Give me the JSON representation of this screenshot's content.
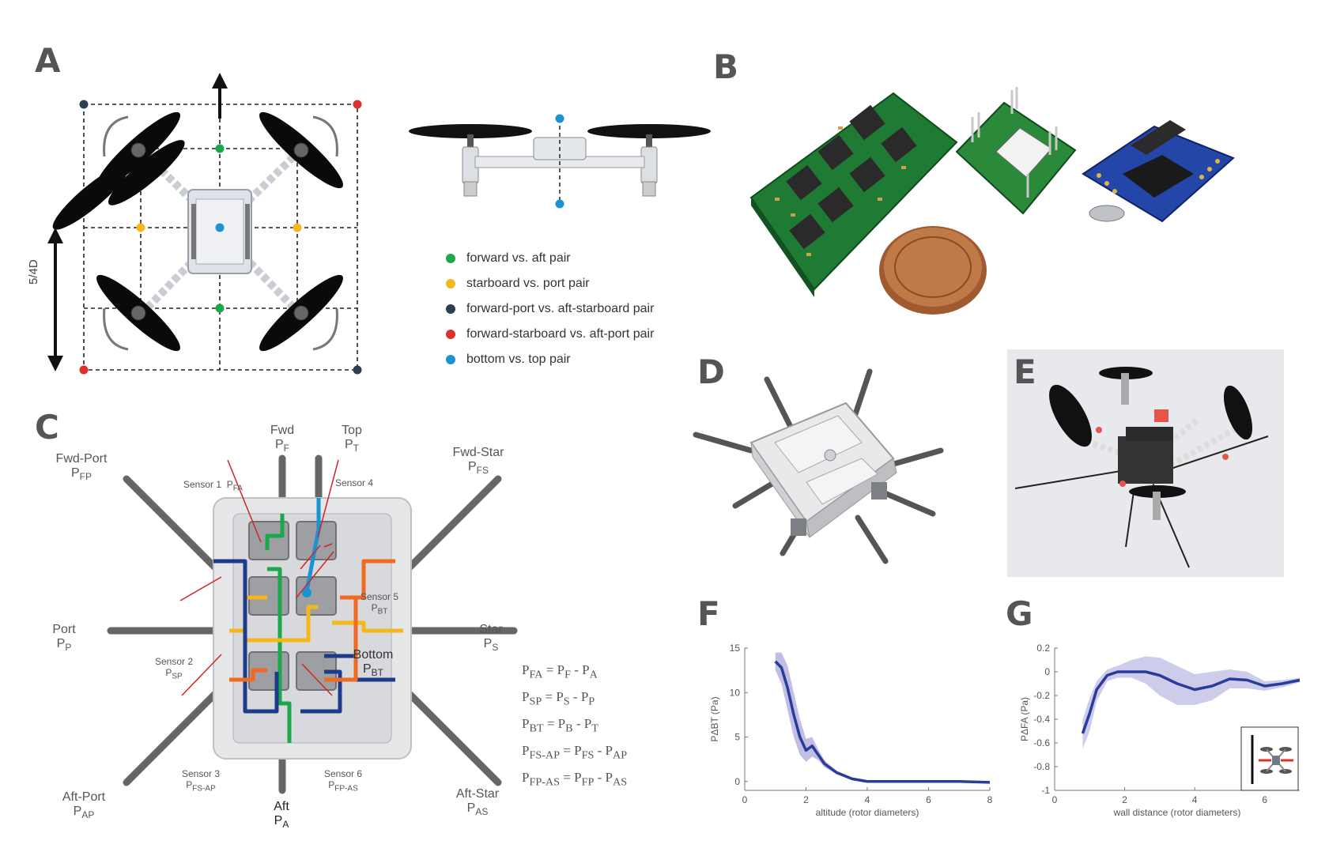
{
  "panels": {
    "A": "A",
    "B": "B",
    "C": "C",
    "D": "D",
    "E": "E",
    "F": "F",
    "G": "G"
  },
  "panel_a": {
    "dimension_label": "5/4D",
    "legend": [
      {
        "label": "forward vs. aft pair",
        "color": "#1aa84a"
      },
      {
        "label": "starboard vs. port pair",
        "color": "#f5b81b"
      },
      {
        "label": "forward-port vs. aft-starboard pair",
        "color": "#2c3e50"
      },
      {
        "label": "forward-starboard vs. aft-port pair",
        "color": "#e0302a"
      },
      {
        "label": "bottom vs. top pair",
        "color": "#1b93d1"
      }
    ]
  },
  "panel_c": {
    "ports": {
      "fwd": {
        "name": "Fwd",
        "sym": "P",
        "sub": "F"
      },
      "top": {
        "name": "Top",
        "sym": "P",
        "sub": "T"
      },
      "fwd_port": {
        "name": "Fwd-Port",
        "sym": "P",
        "sub": "FP"
      },
      "fwd_star": {
        "name": "Fwd-Star",
        "sym": "P",
        "sub": "FS"
      },
      "port": {
        "name": "Port",
        "sym": "P",
        "sub": "P"
      },
      "star": {
        "name": "Star",
        "sym": "P",
        "sub": "S"
      },
      "bottom": {
        "name": "Bottom",
        "sym": "P",
        "sub": "BT"
      },
      "aft_port": {
        "name": "Aft-Port",
        "sym": "P",
        "sub": "AP"
      },
      "aft_star": {
        "name": "Aft-Star",
        "sym": "P",
        "sub": "AS"
      },
      "aft": {
        "name": "Aft",
        "sym": "P",
        "sub": "A"
      }
    },
    "sensors": {
      "s1": {
        "name": "Sensor 1",
        "sym": "P",
        "sub": "FA"
      },
      "s2": {
        "name": "Sensor 2",
        "sym": "P",
        "sub": "SP"
      },
      "s3": {
        "name": "Sensor 3",
        "sym": "P",
        "sub": "FS-AP"
      },
      "s4": {
        "name": "Sensor 4",
        "sym": "",
        "sub": ""
      },
      "s5": {
        "name": "Sensor 5",
        "sym": "P",
        "sub": "BT"
      },
      "s6": {
        "name": "Sensor 6",
        "sym": "P",
        "sub": "FP-AS"
      }
    },
    "equations": [
      {
        "lhs": "FA",
        "a": "F",
        "b": "A"
      },
      {
        "lhs": "SP",
        "a": "S",
        "b": "P"
      },
      {
        "lhs": "BT",
        "a": "B",
        "b": "T"
      },
      {
        "lhs": "FS-AP",
        "a": "FS",
        "b": "AP"
      },
      {
        "lhs": "FP-AS",
        "a": "FP",
        "b": "AS"
      }
    ],
    "eq_sym": "P"
  },
  "chart_data": [
    {
      "type": "line",
      "panel": "F",
      "xlabel": "altitude (rotor diameters)",
      "ylabel": "PΔBT (Pa)",
      "xlim": [
        0,
        8
      ],
      "ylim": [
        -1,
        15
      ],
      "xticks": [
        0,
        2,
        4,
        6,
        8
      ],
      "yticks": [
        0,
        5,
        10,
        15
      ],
      "series": [
        {
          "color": "#2a3c9a",
          "band_color": "#b5b3dd",
          "x": [
            1.0,
            1.2,
            1.4,
            1.6,
            1.8,
            2.0,
            2.2,
            2.4,
            2.6,
            2.8,
            3.0,
            3.5,
            4.0,
            5.0,
            6.0,
            7.0,
            8.0
          ],
          "y": [
            13.5,
            12.8,
            10.5,
            7.5,
            5.0,
            3.5,
            4.0,
            3.0,
            2.0,
            1.5,
            1.0,
            0.3,
            0.0,
            0.0,
            0.0,
            0.0,
            -0.1
          ],
          "lo": [
            12.5,
            11.0,
            8.0,
            5.0,
            3.0,
            2.2,
            2.8,
            2.4,
            1.6,
            1.2,
            0.8,
            0.2,
            -0.1,
            -0.1,
            -0.1,
            -0.1,
            -0.2
          ],
          "hi": [
            14.5,
            14.5,
            13.0,
            10.0,
            7.0,
            4.8,
            5.0,
            3.6,
            2.4,
            1.8,
            1.2,
            0.4,
            0.1,
            0.1,
            0.1,
            0.1,
            0.0
          ]
        }
      ]
    },
    {
      "type": "line",
      "panel": "G",
      "xlabel": "wall distance (rotor diameters)",
      "ylabel": "PΔFA (Pa)",
      "xlim": [
        0,
        7
      ],
      "ylim": [
        -1,
        0.2
      ],
      "xticks": [
        0,
        2,
        4,
        6
      ],
      "yticks": [
        0.2,
        0,
        -0.2,
        -0.4,
        -0.6,
        -0.8,
        -1
      ],
      "series": [
        {
          "color": "#2a3c9a",
          "band_color": "#c6c3e8",
          "x": [
            0.8,
            1.0,
            1.2,
            1.5,
            1.8,
            2.2,
            2.6,
            3.0,
            3.5,
            4.0,
            4.5,
            5.0,
            5.5,
            6.0,
            6.5,
            7.0
          ],
          "y": [
            -0.52,
            -0.35,
            -0.15,
            -0.03,
            0.0,
            0.0,
            0.0,
            -0.03,
            -0.1,
            -0.15,
            -0.12,
            -0.06,
            -0.07,
            -0.12,
            -0.1,
            -0.07
          ],
          "lo": [
            -0.65,
            -0.5,
            -0.25,
            -0.08,
            -0.05,
            -0.05,
            -0.1,
            -0.2,
            -0.28,
            -0.28,
            -0.24,
            -0.14,
            -0.14,
            -0.16,
            -0.13,
            -0.09
          ],
          "hi": [
            -0.4,
            -0.22,
            -0.08,
            0.02,
            0.05,
            0.1,
            0.13,
            0.12,
            0.05,
            -0.02,
            0.0,
            0.02,
            0.0,
            -0.08,
            -0.07,
            -0.05
          ]
        }
      ]
    }
  ]
}
